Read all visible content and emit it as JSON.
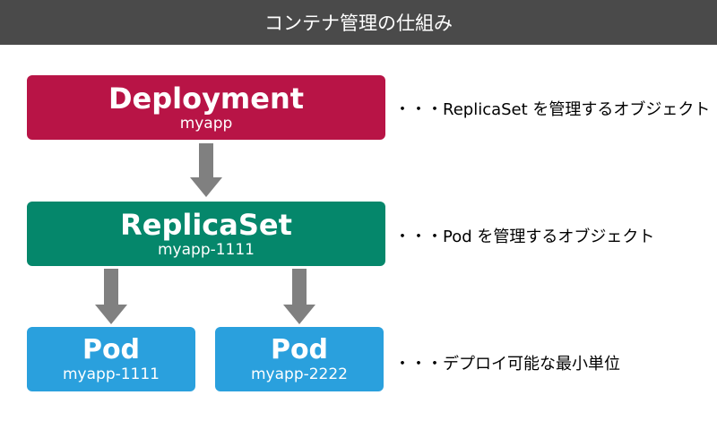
{
  "header": {
    "title": "コンテナ管理の仕組み"
  },
  "deployment": {
    "title": "Deployment",
    "name": "myapp",
    "description": "・・・ReplicaSet を管理するオブジェクト"
  },
  "replicaset": {
    "title": "ReplicaSet",
    "name": "myapp-1111",
    "description": "・・・Pod を管理するオブジェクト"
  },
  "pods": [
    {
      "title": "Pod",
      "name": "myapp-1111"
    },
    {
      "title": "Pod",
      "name": "myapp-2222"
    }
  ],
  "pod_description": "・・・デプロイ可能な最小単位",
  "colors": {
    "header": "#4a4a4a",
    "deployment": "#b81446",
    "replicaset": "#05876b",
    "pod": "#2aa0dd",
    "arrow": "#808080"
  }
}
